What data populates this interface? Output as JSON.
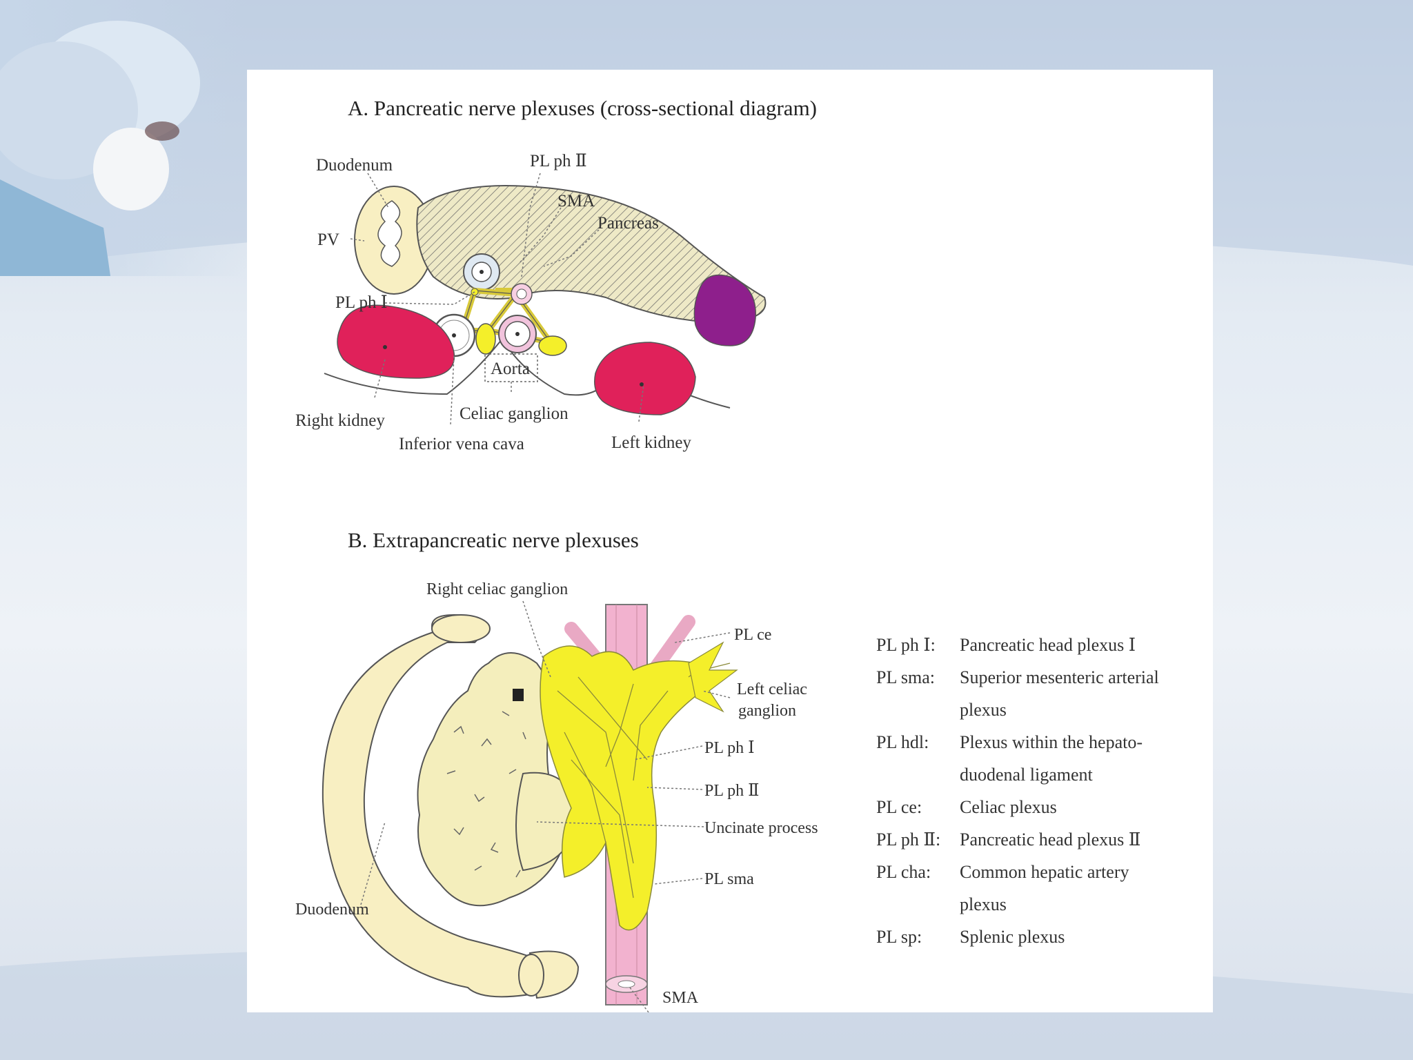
{
  "diagram_a": {
    "title": "A. Pancreatic nerve plexuses (cross-sectional diagram)",
    "labels": {
      "duodenum": "Duodenum",
      "pl_ph_ii": "PL ph Ⅱ",
      "sma": "SMA",
      "pancreas": "Pancreas",
      "pv": "PV",
      "pl_ph_i": "PL ph Ⅰ",
      "aorta": "Aorta",
      "right_kidney": "Right  kidney",
      "celiac_ganglion": "Celiac ganglion",
      "inferior_vena_cava": "Inferior vena cava",
      "left_kidney": "Left  kidney"
    }
  },
  "diagram_b": {
    "title": "B. Extrapancreatic nerve plexuses",
    "labels": {
      "right_celiac_ganglion": "Right celiac ganglion",
      "pl_ce": "PL ce",
      "left_celiac_ganglion_1": "Left celiac",
      "left_celiac_ganglion_2": "ganglion",
      "pl_ph_i": "PL ph Ⅰ",
      "pl_ph_ii": "PL ph Ⅱ",
      "uncinate_process": "Uncinate process",
      "pl_sma": "PL sma",
      "duodenum": "Duodenum",
      "sma": "SMA"
    }
  },
  "legend": [
    {
      "abbr": "PL ph Ⅰ:",
      "desc": "Pancreatic head plexus Ⅰ"
    },
    {
      "abbr": "PL sma:",
      "desc": "Superior mesenteric arterial"
    },
    {
      "abbr": "",
      "desc": "plexus"
    },
    {
      "abbr": "PL hdl:",
      "desc": "Plexus within the hepato-"
    },
    {
      "abbr": "",
      "desc": "duodenal ligament"
    },
    {
      "abbr": "PL ce:",
      "desc": "Celiac plexus"
    },
    {
      "abbr": "PL ph Ⅱ:",
      "desc": "Pancreatic head plexus Ⅱ"
    },
    {
      "abbr": "PL cha:",
      "desc": "Common hepatic artery"
    },
    {
      "abbr": "",
      "desc": "plexus"
    },
    {
      "abbr": "PL sp:",
      "desc": "Splenic plexus"
    }
  ],
  "colors": {
    "kidney_red": "#e0215a",
    "spleen_purple": "#8e1f8c",
    "nerve_yellow": "#f4ef2a",
    "duodenum_cream": "#f8efc2",
    "pancreas_hatch": "#eee9c6",
    "vessel_pink": "#f2b2cf"
  }
}
